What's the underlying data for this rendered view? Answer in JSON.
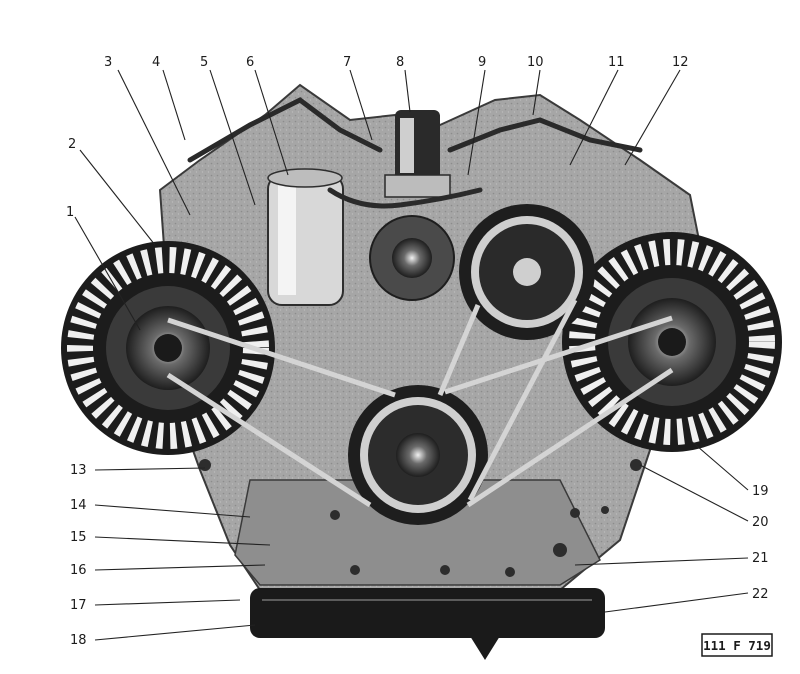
{
  "figure": {
    "reference": "111 F 719",
    "callouts": [
      "1",
      "2",
      "3",
      "4",
      "5",
      "6",
      "7",
      "8",
      "9",
      "10",
      "11",
      "12",
      "13",
      "14",
      "15",
      "16",
      "17",
      "18",
      "19",
      "20",
      "21",
      "22"
    ]
  }
}
